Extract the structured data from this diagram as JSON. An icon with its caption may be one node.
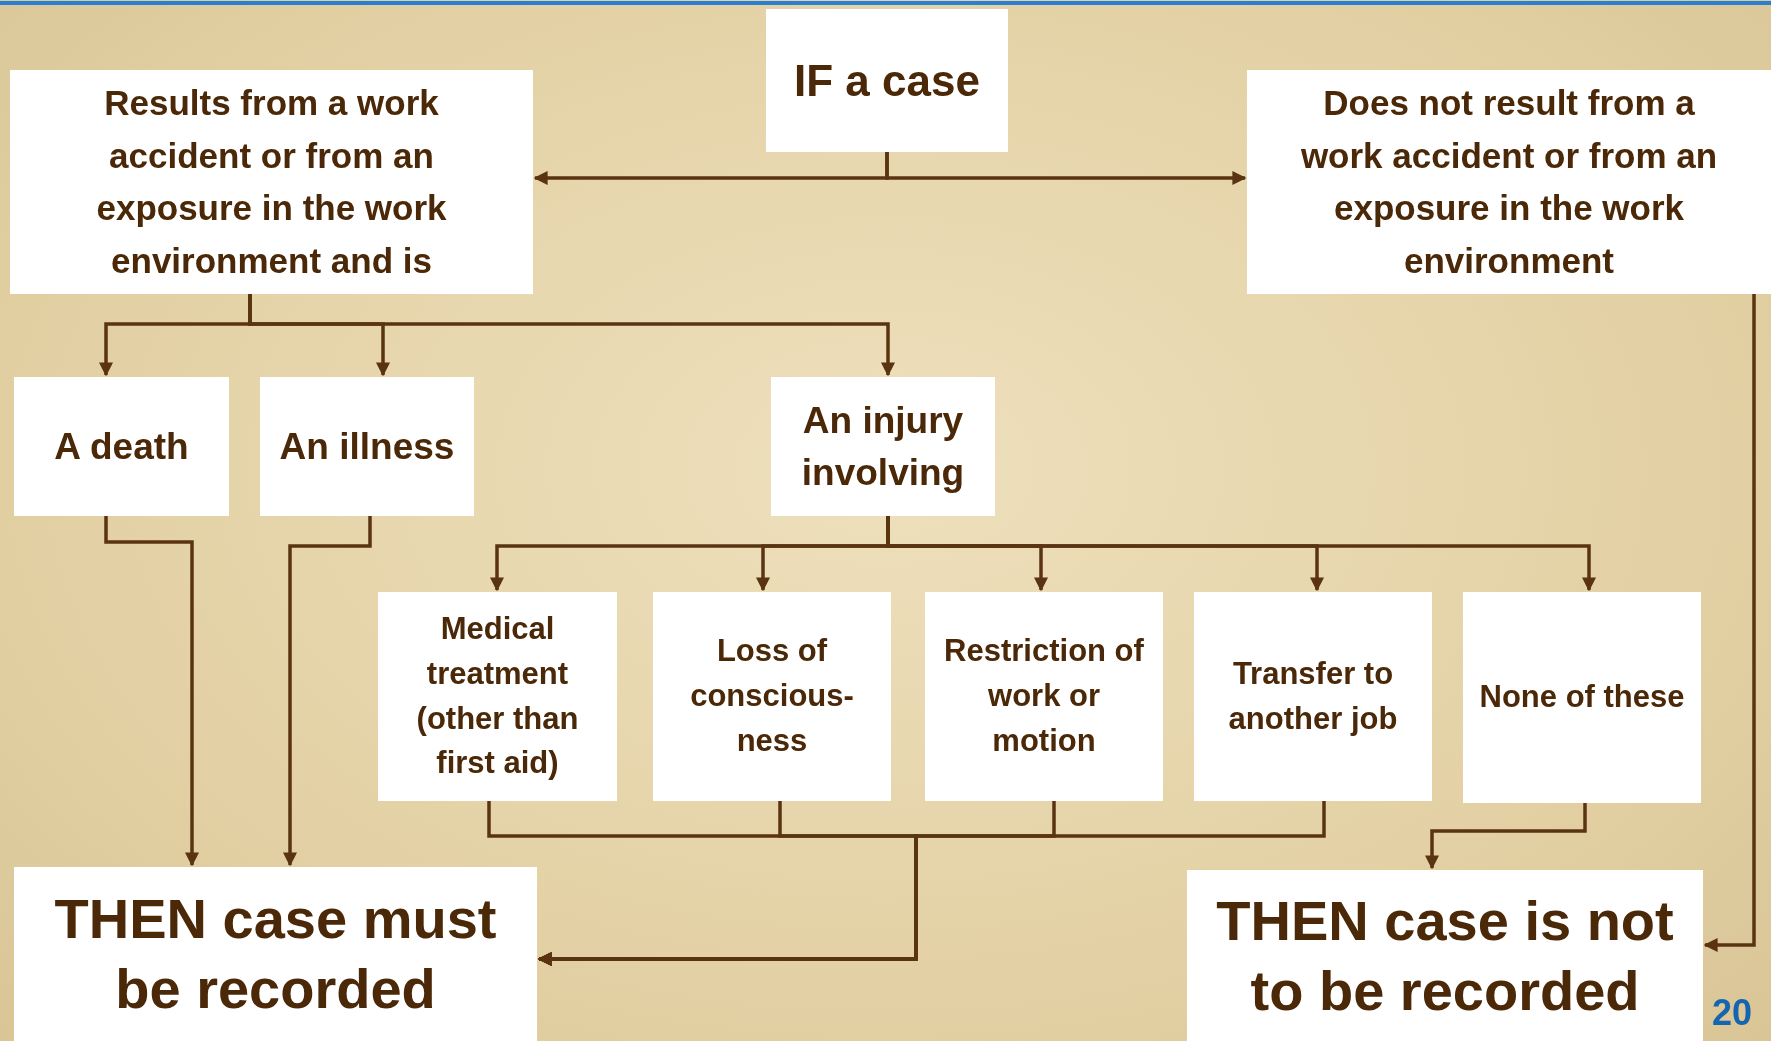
{
  "diagram": {
    "nodes": [
      {
        "text": [
          "IF a case"
        ]
      },
      {
        "text": [
          "Results from a work accident or from an exposure in the work environment and is"
        ]
      },
      {
        "text": [
          "Does not result from a work accident or from an exposure in the work environment"
        ]
      },
      {
        "text": [
          "A death"
        ]
      },
      {
        "text": [
          "An illness"
        ]
      },
      {
        "text": [
          "An injury involving"
        ]
      },
      {
        "text": [
          "Medical treatment (other than first aid)"
        ]
      },
      {
        "text": [
          "Loss of conscious- ness"
        ]
      },
      {
        "text": [
          "Restriction of work or motion"
        ]
      },
      {
        "text": [
          "Transfer to another job"
        ]
      },
      {
        "text": [
          "None of these"
        ]
      },
      {
        "text": [
          "THEN case must be recorded"
        ]
      },
      {
        "text": [
          "THEN case is not to be recorded"
        ]
      }
    ],
    "edges": [
      {
        "from": 0,
        "to": 1,
        "arrow": "to"
      },
      {
        "from": 0,
        "to": 2,
        "arrow": "to"
      },
      {
        "from": 1,
        "to": 3,
        "arrow": "to"
      },
      {
        "from": 1,
        "to": 4,
        "arrow": "to"
      },
      {
        "from": 1,
        "to": 5,
        "arrow": "to"
      },
      {
        "from": 5,
        "to": 6,
        "arrow": "to"
      },
      {
        "from": 5,
        "to": 7,
        "arrow": "to"
      },
      {
        "from": 5,
        "to": 8,
        "arrow": "to"
      },
      {
        "from": 5,
        "to": 9,
        "arrow": "to"
      },
      {
        "from": 5,
        "to": 10,
        "arrow": "to"
      },
      {
        "from": 3,
        "to": 11,
        "arrow": "to"
      },
      {
        "from": 4,
        "to": 11,
        "arrow": "to"
      },
      {
        "from": 6,
        "to": 11,
        "arrow": "to"
      },
      {
        "from": 7,
        "to": 11,
        "arrow": "to"
      },
      {
        "from": 8,
        "to": 11,
        "arrow": "to"
      },
      {
        "from": 9,
        "to": 11,
        "arrow": "to"
      },
      {
        "from": 10,
        "to": 12,
        "arrow": "to"
      },
      {
        "from": 2,
        "to": 12,
        "arrow": "to"
      }
    ],
    "labels": [
      "20"
    ]
  }
}
